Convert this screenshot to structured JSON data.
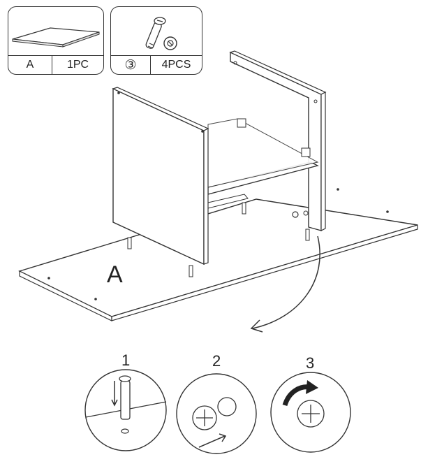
{
  "parts": [
    {
      "id": "A",
      "label": "A",
      "qty": "1PC"
    },
    {
      "id": "cam",
      "label": "③",
      "qty": "4PCS"
    }
  ],
  "main_label": "A",
  "steps": [
    {
      "number": "1"
    },
    {
      "number": "2"
    },
    {
      "number": "3"
    }
  ]
}
